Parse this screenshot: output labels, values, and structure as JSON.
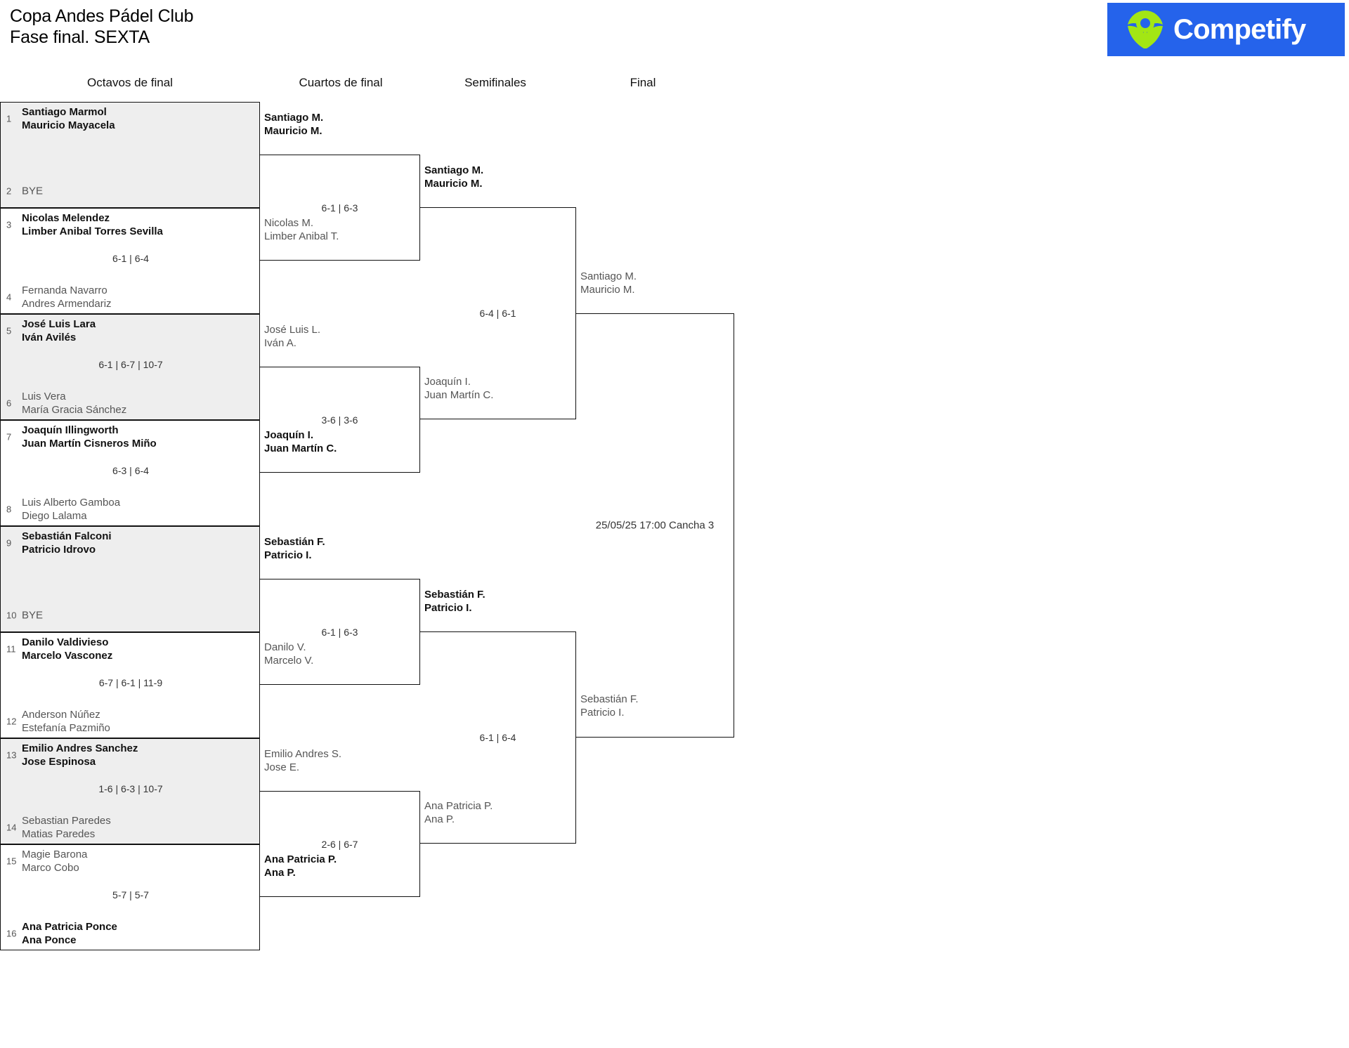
{
  "header": {
    "title_line1": "Copa Andes Pádel Club",
    "title_line2": "Fase final. SEXTA",
    "brand": "Competify",
    "brand_bg": "#2563eb",
    "brand_mark_color": "#a3e614"
  },
  "rounds": [
    {
      "label": "Octavos de final"
    },
    {
      "label": "Cuartos de final"
    },
    {
      "label": "Semifinales"
    },
    {
      "label": "Final"
    }
  ],
  "round16": [
    {
      "score": "",
      "top": {
        "seed": "1",
        "p1": "Santiago Marmol",
        "p2": "Mauricio Mayacela",
        "result": "winner"
      },
      "bottom": {
        "seed": "2",
        "p1": "BYE",
        "p2": "",
        "result": "bye"
      }
    },
    {
      "score": "6-1 | 6-4",
      "top": {
        "seed": "3",
        "p1": "Nicolas Melendez",
        "p2": "Limber Anibal Torres Sevilla",
        "result": "winner"
      },
      "bottom": {
        "seed": "4",
        "p1": "Fernanda Navarro",
        "p2": "Andres Armendariz",
        "result": "loser"
      }
    },
    {
      "score": "6-1 | 6-7 | 10-7",
      "top": {
        "seed": "5",
        "p1": "José Luis Lara",
        "p2": "Iván Avilés",
        "result": "winner"
      },
      "bottom": {
        "seed": "6",
        "p1": "Luis Vera",
        "p2": "María Gracia Sánchez",
        "result": "loser"
      }
    },
    {
      "score": "6-3 | 6-4",
      "top": {
        "seed": "7",
        "p1": "Joaquín Illingworth",
        "p2": "Juan Martín Cisneros Miño",
        "result": "winner"
      },
      "bottom": {
        "seed": "8",
        "p1": "Luis Alberto Gamboa",
        "p2": "Diego Lalama",
        "result": "loser"
      }
    },
    {
      "score": "",
      "top": {
        "seed": "9",
        "p1": "Sebastián Falconi",
        "p2": "Patricio Idrovo",
        "result": "winner"
      },
      "bottom": {
        "seed": "10",
        "p1": "BYE",
        "p2": "",
        "result": "bye"
      }
    },
    {
      "score": "6-7 | 6-1 | 11-9",
      "top": {
        "seed": "11",
        "p1": "Danilo Valdivieso",
        "p2": "Marcelo Vasconez",
        "result": "winner"
      },
      "bottom": {
        "seed": "12",
        "p1": "Anderson Núñez",
        "p2": "Estefanía Pazmiño",
        "result": "loser"
      }
    },
    {
      "score": "1-6 | 6-3 | 10-7",
      "top": {
        "seed": "13",
        "p1": "Emilio Andres Sanchez",
        "p2": "Jose Espinosa",
        "result": "winner"
      },
      "bottom": {
        "seed": "14",
        "p1": "Sebastian Paredes",
        "p2": "Matias Paredes",
        "result": "loser"
      }
    },
    {
      "score": "5-7 | 5-7",
      "top": {
        "seed": "15",
        "p1": "Magie Barona",
        "p2": "Marco Cobo",
        "result": "loser"
      },
      "bottom": {
        "seed": "16",
        "p1": "Ana Patricia Ponce",
        "p2": "Ana Ponce",
        "result": "winner"
      }
    }
  ],
  "quarters": [
    {
      "score": "6-1 | 6-3",
      "top": {
        "p1": "Santiago M.",
        "p2": "Mauricio M.",
        "result": "winner"
      },
      "bottom": {
        "p1": "Nicolas M.",
        "p2": "Limber Anibal T.",
        "result": "loser"
      }
    },
    {
      "score": "3-6 | 3-6",
      "top": {
        "p1": "José Luis L.",
        "p2": "Iván A.",
        "result": "loser"
      },
      "bottom": {
        "p1": "Joaquín I.",
        "p2": "Juan Martín C.",
        "result": "winner"
      }
    },
    {
      "score": "6-1 | 6-3",
      "top": {
        "p1": "Sebastián F.",
        "p2": "Patricio I.",
        "result": "winner"
      },
      "bottom": {
        "p1": "Danilo V.",
        "p2": "Marcelo V.",
        "result": "loser"
      }
    },
    {
      "score": "2-6 | 6-7",
      "top": {
        "p1": "Emilio Andres S.",
        "p2": "Jose E.",
        "result": "loser"
      },
      "bottom": {
        "p1": "Ana Patricia P.",
        "p2": "Ana P.",
        "result": "winner"
      }
    }
  ],
  "semis": [
    {
      "score": "6-4 | 6-1",
      "top": {
        "p1": "Santiago M.",
        "p2": "Mauricio M.",
        "result": "winner"
      },
      "bottom": {
        "p1": "Joaquín I.",
        "p2": "Juan Martín C.",
        "result": "loser"
      }
    },
    {
      "score": "6-1 | 6-4",
      "top": {
        "p1": "Sebastián F.",
        "p2": "Patricio I.",
        "result": "winner"
      },
      "bottom": {
        "p1": "Ana Patricia P.",
        "p2": "Ana P.",
        "result": "loser"
      }
    }
  ],
  "final": {
    "info": "25/05/25 17:00 Cancha 3",
    "top": {
      "p1": "Santiago M.",
      "p2": "Mauricio M.",
      "result": "pending"
    },
    "bottom": {
      "p1": "Sebastián F.",
      "p2": "Patricio I.",
      "result": "pending"
    }
  }
}
